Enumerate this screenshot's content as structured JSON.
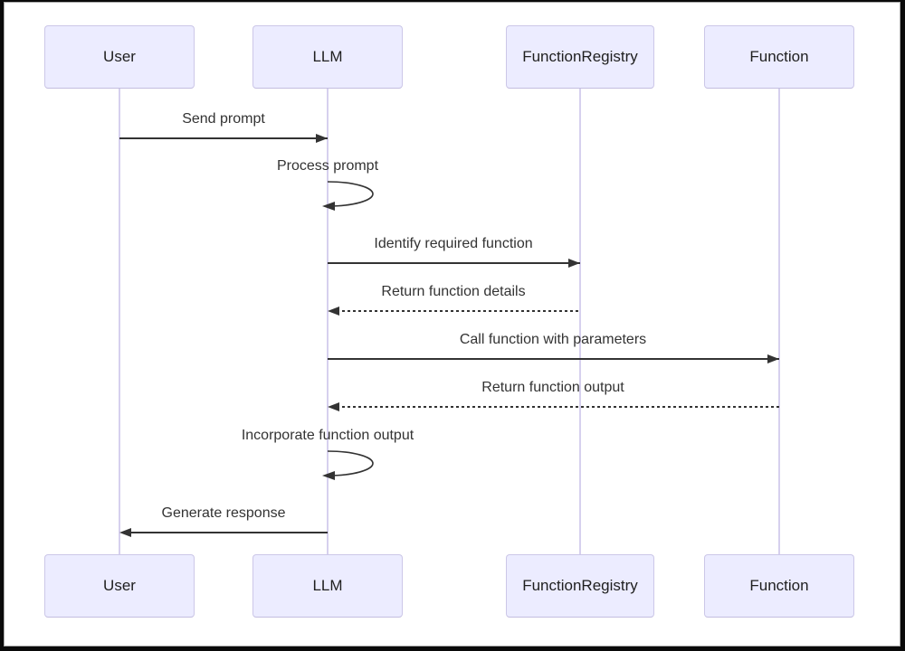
{
  "diagram": {
    "type": "sequence-diagram",
    "actors": [
      {
        "name": "User"
      },
      {
        "name": "LLM"
      },
      {
        "name": "FunctionRegistry"
      },
      {
        "name": "Function"
      }
    ],
    "messages": [
      {
        "label": "Send prompt",
        "from": "User",
        "to": "LLM",
        "style": "solid"
      },
      {
        "label": "Process prompt",
        "from": "LLM",
        "to": "LLM",
        "style": "self"
      },
      {
        "label": "Identify required function",
        "from": "LLM",
        "to": "FunctionRegistry",
        "style": "solid"
      },
      {
        "label": "Return function details",
        "from": "FunctionRegistry",
        "to": "LLM",
        "style": "dashed"
      },
      {
        "label": "Call function with parameters",
        "from": "LLM",
        "to": "Function",
        "style": "solid"
      },
      {
        "label": "Return function output",
        "from": "Function",
        "to": "LLM",
        "style": "dashed"
      },
      {
        "label": "Incorporate function output",
        "from": "LLM",
        "to": "LLM",
        "style": "self"
      },
      {
        "label": "Generate response",
        "from": "LLM",
        "to": "User",
        "style": "solid"
      }
    ],
    "colors": {
      "actor_fill": "#ECECFF",
      "actor_border": "#CCC7E8",
      "lifeline": "#D6D0EE",
      "arrow": "#333333",
      "text": "#333333",
      "background": "#FFFFFF",
      "frame": "#0A0A0A"
    }
  }
}
